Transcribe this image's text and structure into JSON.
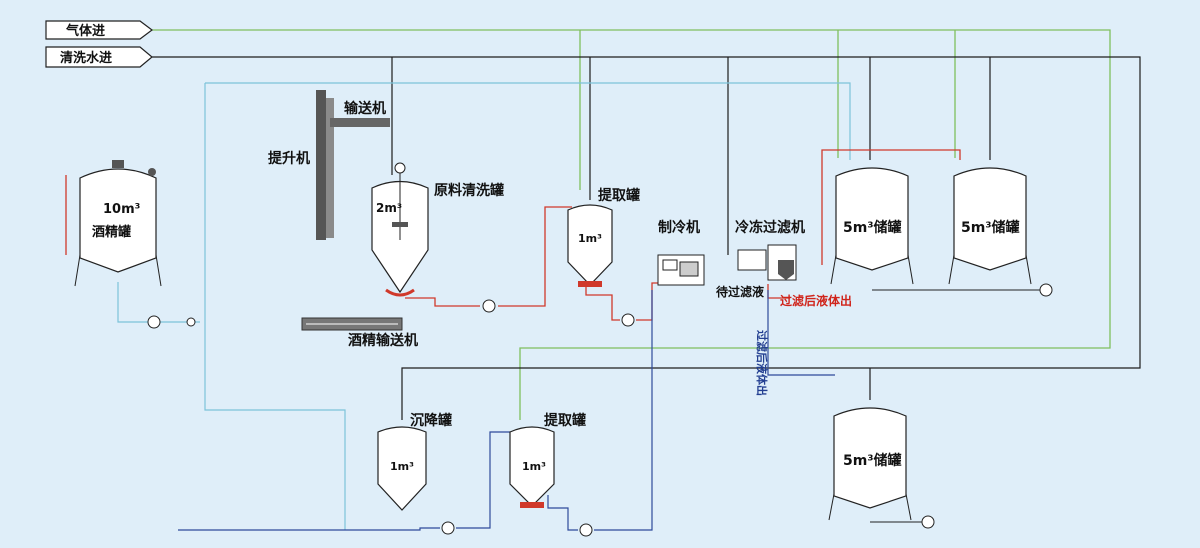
{
  "inlets": {
    "gas_in": "气体进",
    "wash_water_in": "清洗水进"
  },
  "equipment": {
    "alcohol_tank_volume": "10m³",
    "alcohol_tank_name": "酒精罐",
    "conveyor": "输送机",
    "elevator": "提升机",
    "raw_tank_volume": "2m³",
    "raw_wash_tank": "原料清洗罐",
    "extract_tank_top": "提取罐",
    "extract_tank_top_volume": "1m³",
    "chiller": "制冷机",
    "freeze_filter": "冷冻过滤机",
    "storage_tank_1": "5m³储罐",
    "storage_tank_2": "5m³储罐",
    "storage_tank_3": "5m³储罐",
    "to_filter_liquid": "待过滤液",
    "filtered_out_red": "过滤后液体出",
    "filtered_out_blue": "过滤后液体出",
    "alcohol_conveyor": "酒精输送机",
    "settling_tank": "沉降罐",
    "settling_tank_volume": "1m³",
    "extract_tank_bottom": "提取罐",
    "extract_tank_bottom_volume": "1m³"
  },
  "colors": {
    "background": "#dfeef9",
    "gas_line": "#7fbf5e",
    "water_line": "#1d1d1d",
    "light_blue_line": "#7cc3d9",
    "red_line": "#d0392b",
    "navy_line": "#2f4a9b"
  }
}
